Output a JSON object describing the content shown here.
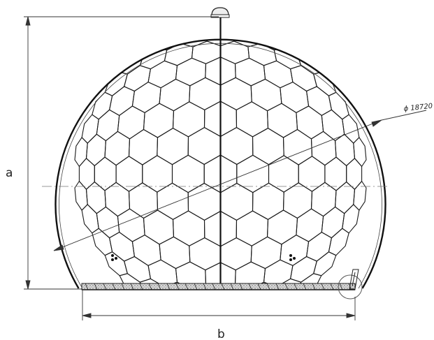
{
  "labels": {
    "height_dim": "a",
    "width_dim": "b",
    "diameter": "ϕ 18720"
  },
  "colors": {
    "line": "#1a1a1a",
    "thin": "#333333",
    "centerline": "#777777",
    "foundation": "#bdbdbd"
  }
}
